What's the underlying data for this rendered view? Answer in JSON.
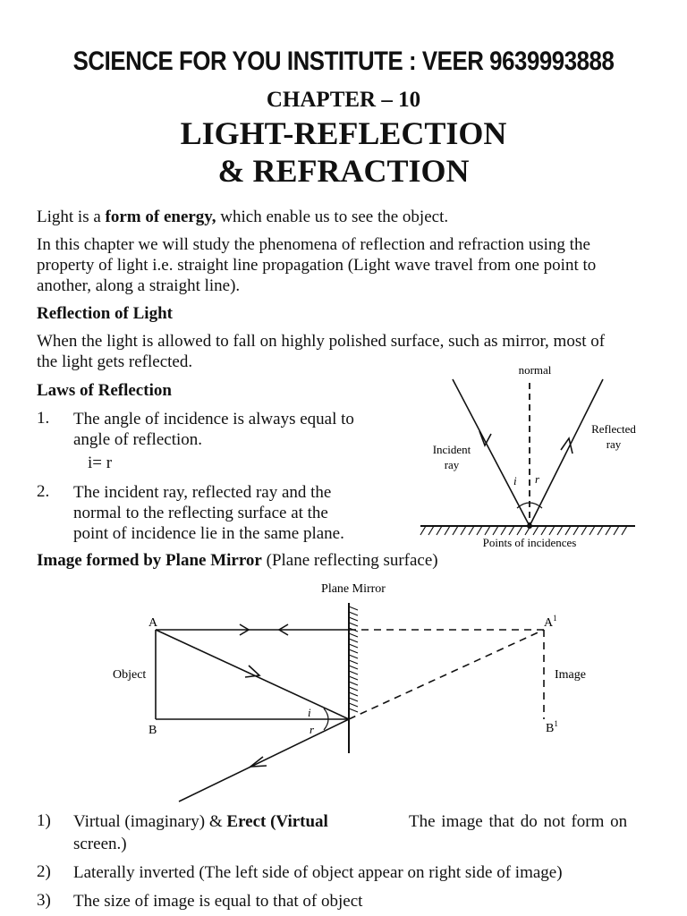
{
  "header": {
    "institute": "SCIENCE FOR YOU INSTITUTE  : VEER 9639993888",
    "chapter": "CHAPTER – 10",
    "title_line1": "LIGHT-REFLECTION",
    "title_line2": "& REFRACTION"
  },
  "intro": {
    "line1_pre": "Light is a ",
    "line1_bold": "form of energy,",
    "line1_post": " which enable us to see the object.",
    "para2_line1": "In this chapter we will study the phenomena of reflection and refraction using the",
    "para2_line2": "property of light i.e. straight line propagation (Light wave travel from one point to",
    "para2_line3": "another, along a straight line)."
  },
  "reflection": {
    "heading": "Reflection of Light",
    "line1": "When the light is allowed to fall on highly polished surface, such as mirror, most of",
    "line2": "the light gets reflected."
  },
  "laws": {
    "heading": "Laws of Reflection",
    "items": [
      {
        "num": "1.",
        "line1": "The angle of incidence is always equal to",
        "line2": "angle of reflection.",
        "eq": "i=   r"
      },
      {
        "num": "2.",
        "line1": "The incident ray, reflected ray and the",
        "line2": "normal to the reflecting surface at the",
        "line3": "point of incidence lie in the same plane."
      }
    ]
  },
  "diagram1": {
    "normal": "normal",
    "incident_ray": [
      "Incident",
      "ray"
    ],
    "reflected_ray": [
      "Reflected",
      "ray"
    ],
    "angle_i": "i",
    "angle_r": "r",
    "point_label": "Points of incidences"
  },
  "plane_mirror": {
    "heading_bold": "Image formed by Plane Mirror",
    "heading_rest": " (Plane reflecting surface)"
  },
  "diagram2": {
    "mirror_label": "Plane Mirror",
    "A": "A",
    "B": "B",
    "A1": "A",
    "B1": "B",
    "prime": "1",
    "object": "Object",
    "image": "Image",
    "angle_i": "i",
    "angle_r": "r"
  },
  "properties": [
    {
      "num": "1)",
      "pre": "Virtual (imaginary) & ",
      "bold": "Erect (Virtual",
      "right": "The image that do not form on",
      "line2": "screen.)"
    },
    {
      "num": "2)",
      "text": "Laterally inverted (The left side of object appear on right side of image)"
    },
    {
      "num": "3)",
      "text": "The size of image is equal to that of object"
    }
  ]
}
